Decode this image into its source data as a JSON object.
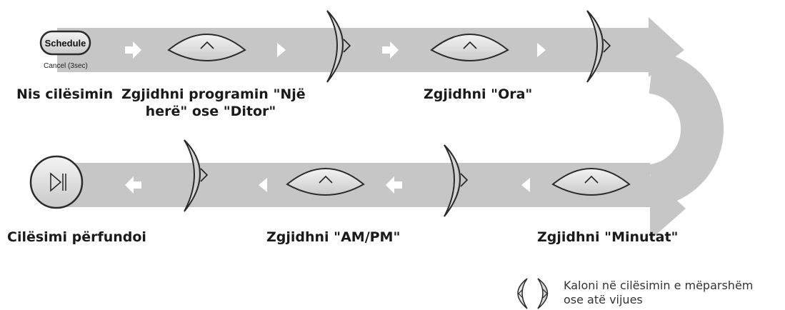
{
  "schedule_button": {
    "label": "Schedule",
    "sublabel": "Cancel (3sec)"
  },
  "steps": [
    {
      "label": "Nis cilësimin"
    },
    {
      "label_line1": "Zgjidhni programin \"Një",
      "label_line2": "herë\" ose \"Ditor\""
    },
    {
      "label": "Zgjidhni \"Ora\""
    },
    {
      "label": "Zgjidhni \"Minutat\""
    },
    {
      "label": "Zgjidhni \"AM/PM\""
    },
    {
      "label": "Cilësimi përfundoi"
    }
  ],
  "legend": {
    "line1": "Kaloni në cilësimin e mëparshëm",
    "line2": "ose atë vijues"
  },
  "colors": {
    "band": "#c6c6c6",
    "band_edge": "#9a9a9a",
    "arrow_marker": "#ffffff",
    "button_fill": "#e9e9e9",
    "button_stroke": "#2b2b2b"
  },
  "icons": {
    "up": "chevron-up-icon",
    "right": "chevron-right-icon",
    "left": "chevron-left-icon",
    "play_pause": "play-pause-icon"
  }
}
